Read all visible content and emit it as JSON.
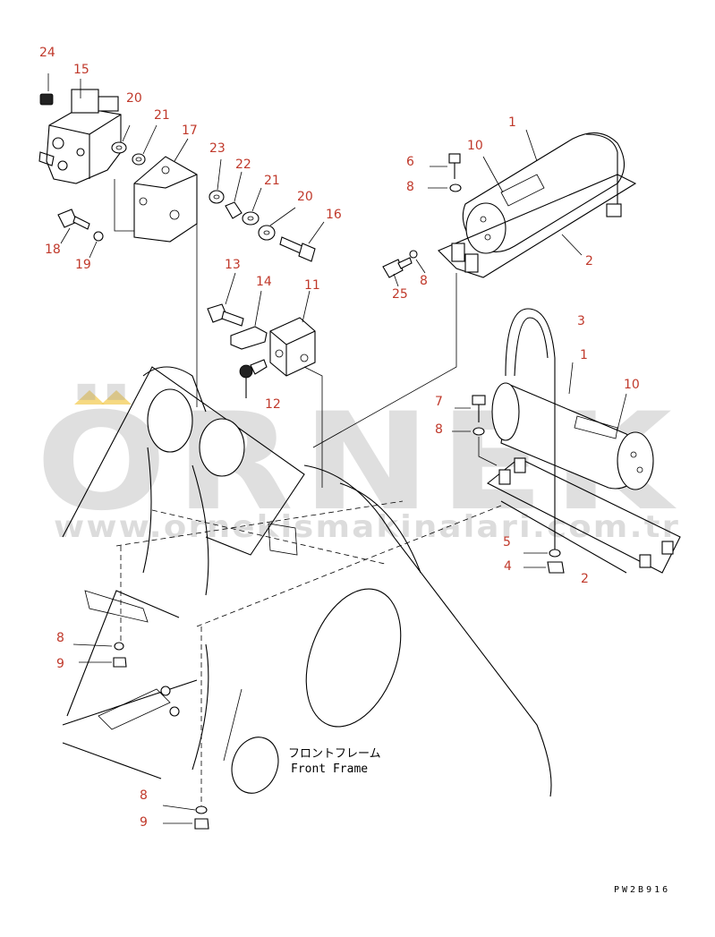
{
  "diagram": {
    "frame_label_jp": "フロントフレーム",
    "frame_label_en": "Front Frame",
    "drawing_code": "PW2B916",
    "watermark": {
      "brand": "ÖRNEK",
      "url": "www.ornekismakinalari.com.tr"
    },
    "callouts": {
      "c24": "24",
      "c15": "15",
      "c20a": "20",
      "c21a": "21",
      "c17": "17",
      "c23": "23",
      "c22": "22",
      "c21b": "21",
      "c20b": "20",
      "c16": "16",
      "c18": "18",
      "c19": "19",
      "c13": "13",
      "c14": "14",
      "c11": "11",
      "c12": "12",
      "c1a": "1",
      "c10a": "10",
      "c6": "6",
      "c8a": "8",
      "c2a": "2",
      "c25": "25",
      "c8b": "8",
      "c3": "3",
      "c1b": "1",
      "c10b": "10",
      "c7": "7",
      "c8c": "8",
      "c5": "5",
      "c4": "4",
      "c2b": "2",
      "c8d": "8",
      "c9a": "9",
      "c8e": "8",
      "c9b": "9"
    },
    "colors": {
      "callout": "#c0392b",
      "line": "#000000",
      "watermark": "#9c9c9c",
      "accent": "#f2c94c"
    }
  }
}
